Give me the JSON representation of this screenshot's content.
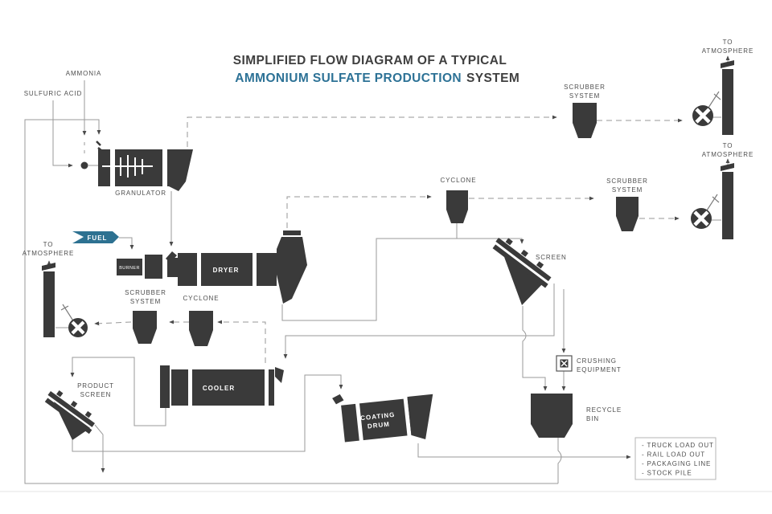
{
  "title": {
    "line1": "SIMPLIFIED FLOW DIAGRAM OF A TYPICAL",
    "line2_highlight": "AMMONIUM SULFATE PRODUCTION",
    "line2_rest": " SYSTEM"
  },
  "labels": {
    "ammonia": "AMMONIA",
    "sulfuric_acid": "SULFURIC ACID",
    "granulator": "GRANULATOR",
    "fuel": "FUEL",
    "burner": "BURNER",
    "dryer": "DRYER",
    "cooler": "COOLER",
    "coating_line1": "COATING",
    "coating_line2": "DRUM",
    "cyclone": "CYCLONE",
    "scrubber_line1": "SCRUBBER",
    "scrubber_line2": "SYSTEM",
    "atmosphere_line1": "TO",
    "atmosphere_line2": "ATMOSPHERE",
    "screen": "SCREEN",
    "product_screen_line1": "PRODUCT",
    "product_screen_line2": "SCREEN",
    "crushing_line1": "CRUSHING",
    "crushing_line2": "EQUIPMENT",
    "recycle_line1": "RECYCLE",
    "recycle_line2": "BIN",
    "loadout_items": [
      "- TRUCK LOAD OUT",
      "- RAIL LOAD OUT",
      "- PACKAGING LINE",
      "- STOCK PILE"
    ]
  },
  "colors": {
    "equipment": "#3a3a3a",
    "accent_blue": "#2d7296",
    "line_gray": "#9a9a9a",
    "label_text": "#4f4f4f"
  }
}
